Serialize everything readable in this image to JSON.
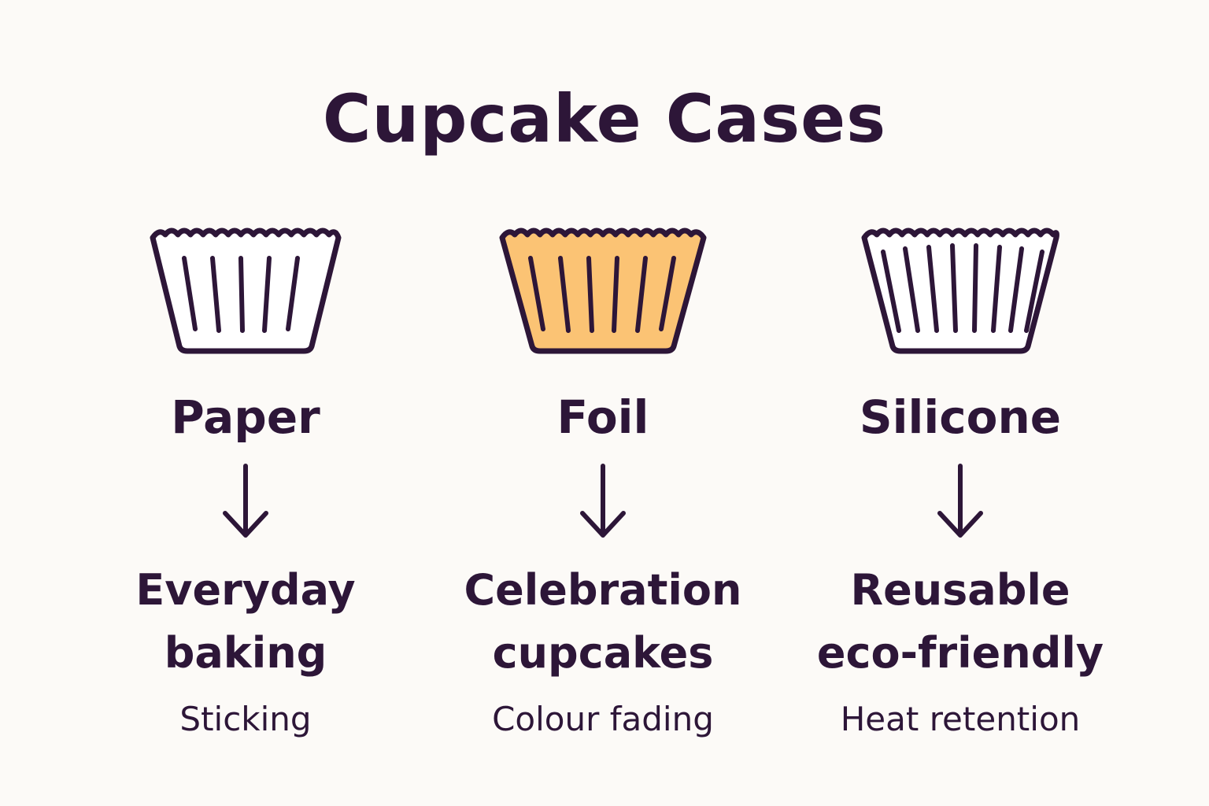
{
  "title": "Cupcake Cases",
  "colors": {
    "ink": "#2d1638",
    "background": "#fcfaf7",
    "foil_fill": "#fbc374",
    "paper_fill": "#ffffff"
  },
  "cases": [
    {
      "name": "Paper",
      "icon": "paper-cupcake-case-icon",
      "arrow_icon": "down-arrow-icon",
      "use_line1": "Everyday",
      "use_line2": "baking",
      "issue": "Sticking"
    },
    {
      "name": "Foil",
      "icon": "foil-cupcake-case-icon",
      "arrow_icon": "down-arrow-icon",
      "use_line1": "Celebration",
      "use_line2": "cupcakes",
      "issue": "Colour fading"
    },
    {
      "name": "Silicone",
      "icon": "silicone-cupcake-case-icon",
      "arrow_icon": "down-arrow-icon",
      "use_line1": "Reusable",
      "use_line2": "eco-friendly",
      "issue": "Heat retention"
    }
  ]
}
